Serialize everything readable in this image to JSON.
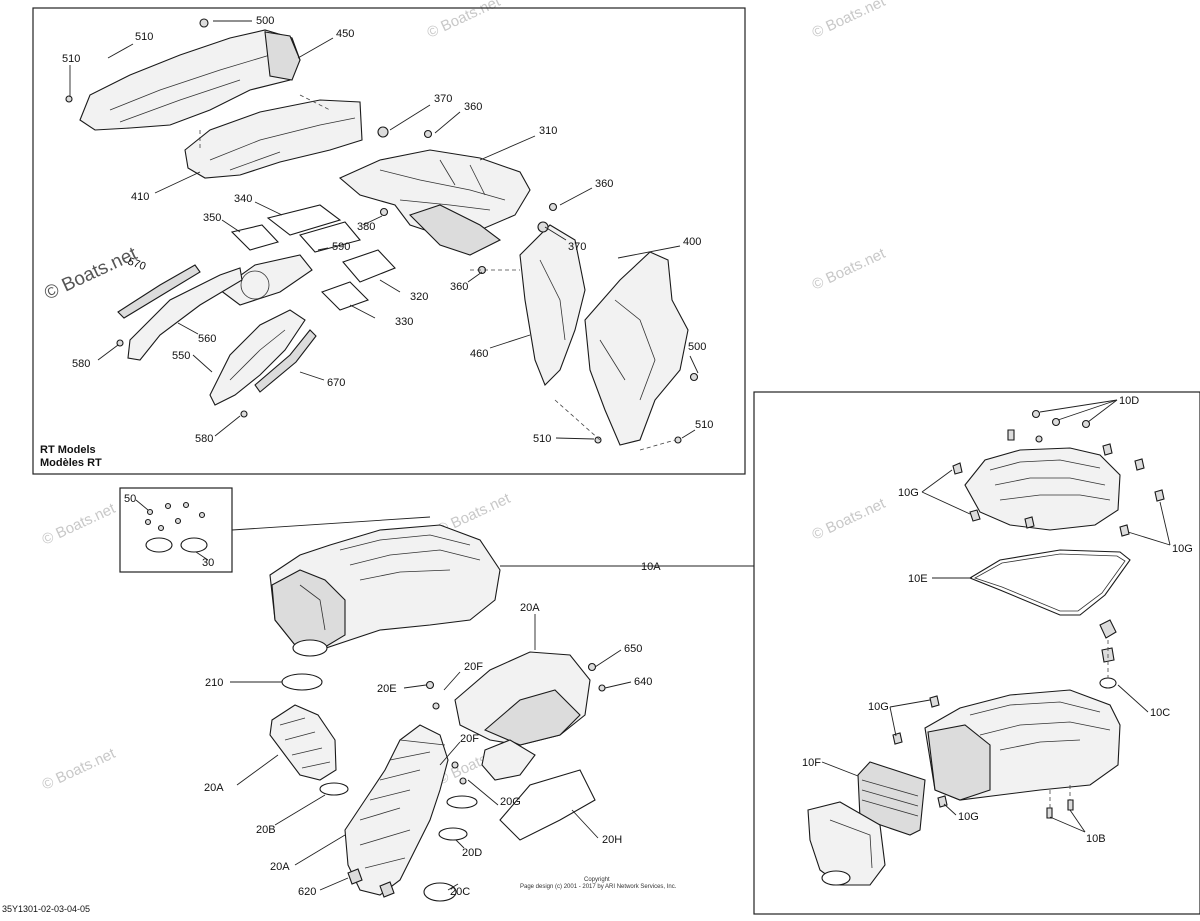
{
  "labels": {
    "l500a": "500",
    "l510a": "510",
    "l510b": "510",
    "l450": "450",
    "l370a": "370",
    "l360a": "360",
    "l310": "310",
    "l410": "410",
    "l340": "340",
    "l360b": "360",
    "l350": "350",
    "l380a": "380",
    "l590": "590",
    "l570a": "570",
    "l370b": "370",
    "l400": "400",
    "l360c": "360",
    "l320": "320",
    "l330": "330",
    "l560": "560",
    "l580a": "580",
    "l550": "550",
    "l670": "670",
    "l460": "460",
    "l500b": "500",
    "l580b": "580",
    "l510c": "510",
    "l510d": "510",
    "l50": "50",
    "l30": "30",
    "l10A": "10A",
    "l20Atop": "20A",
    "l210": "210",
    "l20F1": "20F",
    "l20E": "20E",
    "l650": "650",
    "l640": "640",
    "l20F2": "20F",
    "l20A1": "20A",
    "l20G": "20G",
    "l20B": "20B",
    "l20A2": "20A",
    "l20D": "20D",
    "l20H": "20H",
    "l620": "620",
    "l20C": "20C",
    "l10D": "10D",
    "l10Ga": "10G",
    "l10Gb": "10G",
    "l10E": "10E",
    "l10Gc": "10G",
    "l10C": "10C",
    "l10F": "10F",
    "l10Gd": "10G",
    "l10B": "10B"
  },
  "captions": {
    "rt_models": "RT Models",
    "modeles_rt": "Modèles RT"
  },
  "watermarks": {
    "big": "© Boats.net",
    "small": "© Boats.net"
  },
  "footer": {
    "code": "35Y1301-02-03-04-05",
    "copyright": "Copyright",
    "pagedesign": "Page design (c) 2001 - 2017 by ARI Network Services, Inc."
  }
}
